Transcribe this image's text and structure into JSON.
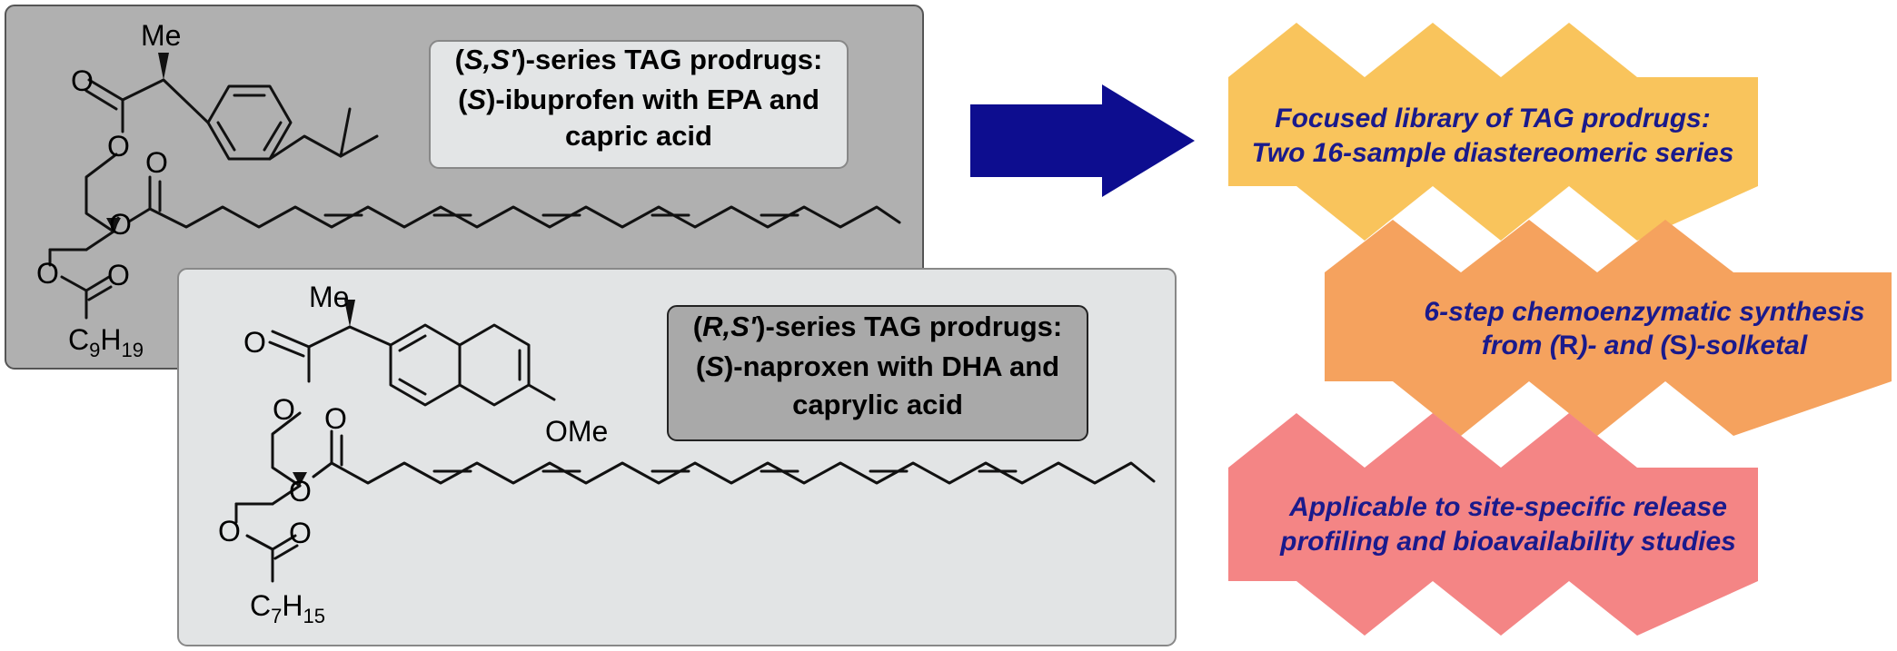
{
  "colors": {
    "panel_dark": "#b0b0b0",
    "panel_light": "#e2e4e5",
    "label_light": "#e3e5e6",
    "label_dark": "#a9a9a9",
    "arrow": "#0d0d8f",
    "hex1": "#f9c45c",
    "hex2": "#f5a25e",
    "hex3": "#f48585",
    "hex_text": "#1a1a8c"
  },
  "panel1": {
    "label_line1_open": "(",
    "label_line1_stereo": "S,S'",
    "label_line1_rest": ")-series TAG prodrugs:",
    "label_line2_open": "(",
    "label_line2_stereo": "S",
    "label_line2_rest": ")-ibuprofen with EPA and",
    "label_line3": "capric acid",
    "atoms": {
      "me": "Me",
      "o_carbonyl": "O",
      "o_ester1": "O",
      "o_carbonyl2": "O",
      "o_ester2": "O",
      "o_ester3": "O",
      "o_carbonyl3": "O",
      "alkyl_c": "C",
      "alkyl_c_sub": "9",
      "alkyl_h": "H",
      "alkyl_h_sub": "19"
    }
  },
  "panel2": {
    "label_line1_open": "(",
    "label_line1_stereo": "R,S'",
    "label_line1_rest": ")-series TAG prodrugs:",
    "label_line2_open": "(",
    "label_line2_stereo": "S",
    "label_line2_rest": ")-naproxen with DHA and",
    "label_line3": "caprylic acid",
    "atoms": {
      "me": "Me",
      "ome": "OMe",
      "o_carbonyl": "O",
      "o_ester1": "O",
      "o_carbonyl2": "O",
      "o_ester2": "O",
      "o_ester3": "O",
      "o_carbonyl3": "O",
      "alkyl_c": "C",
      "alkyl_c_sub": "7",
      "alkyl_h": "H",
      "alkyl_h_sub": "15"
    }
  },
  "hexes": [
    {
      "line1": "Focused library of TAG prodrugs:",
      "line2": "Two 16-sample diastereomeric series"
    },
    {
      "line1": "6-step chemoenzymatic synthesis",
      "line2_a": "from (",
      "line2_b": "R",
      "line2_c": ")- and (",
      "line2_d": "S",
      "line2_e": ")-solketal"
    },
    {
      "line1": "Applicable to site-specific release",
      "line2": "profiling and bioavailability studies"
    }
  ]
}
